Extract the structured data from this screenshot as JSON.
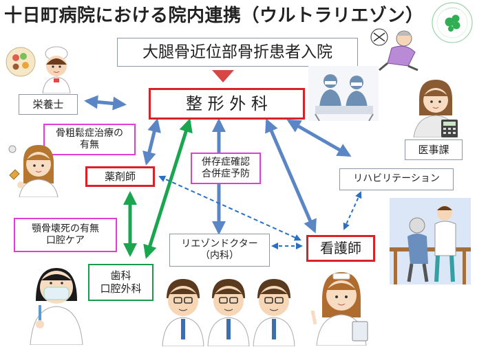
{
  "title": "十日町病院における院内連携（ウルトラリエゾン）",
  "logo": {
    "text_top": "Osteoporosis Supporters in Niigata",
    "text_bottom": "SINCE 2018"
  },
  "nodes": {
    "admission": "大腿骨近位部骨折患者入院",
    "orthopedics": "整 形 外 科",
    "nutritionist": "栄養士",
    "medical_affairs": "医事課",
    "osteoporosis_treatment": "骨粗鬆症治療の\n有無",
    "pharmacist": "薬剤師",
    "comorbidity": "併存症確認\n合併症予防",
    "rehabilitation": "リハビリテーション",
    "jaw_necrosis": "顎骨壊死の有無\n口腔ケア",
    "liaison_doctor": "リエゾンドクター\n（内科）",
    "nurse": "看護師",
    "dental": "歯科\n口腔外科"
  },
  "colors": {
    "arrow_blue": "#5b86c5",
    "arrow_green": "#1aa54f",
    "red": "#d8222a",
    "magenta": "#e23cd6",
    "green": "#1a9a4c",
    "gray": "#8a96a6",
    "down_triangle": "#d84545"
  }
}
